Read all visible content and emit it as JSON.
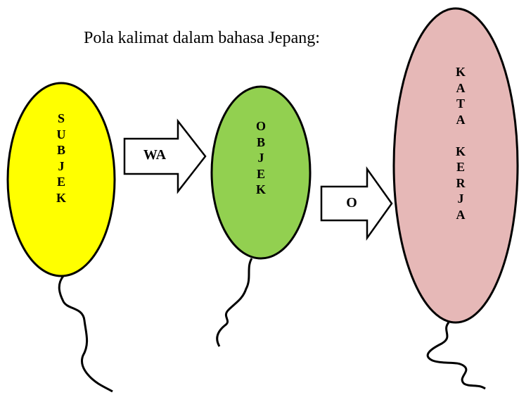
{
  "heading": "Pola kalimat dalam bahasa Jepang:",
  "balloons": [
    {
      "id": "subjek",
      "letters": [
        "S",
        "U",
        "B",
        "J",
        "E",
        "K"
      ],
      "fill": "#ffff00"
    },
    {
      "id": "objek",
      "letters": [
        "O",
        "B",
        "J",
        "E",
        "K"
      ],
      "fill": "#92d050"
    },
    {
      "id": "kata-kerja",
      "letters": [
        "K",
        "A",
        "T",
        "A",
        "",
        "K",
        "E",
        "R",
        "J",
        "A"
      ],
      "fill": "#e6b8b7"
    }
  ],
  "arrows": [
    {
      "label": "WA"
    },
    {
      "label": "O"
    }
  ]
}
